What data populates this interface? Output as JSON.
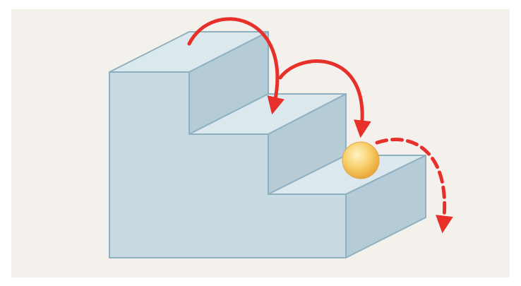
{
  "figure": {
    "colors": {
      "panel_background": "#f4f1ed",
      "stair_side": "#c9dbe2",
      "stair_top": "#dbe8ee",
      "stair_riser": "#b5ccd6",
      "stair_edge": "#8fb1bf",
      "arrow": "#e8302a",
      "ball_light": "#fff3c8",
      "ball_mid": "#f8cf6a",
      "ball_dark": "#e8a63a"
    },
    "elements": {
      "staircase": "three-step-staircase",
      "ball": "ball",
      "arrows": [
        "hop-arrow-step-1",
        "hop-arrow-step-2",
        "fall-arrow-dashed"
      ]
    }
  }
}
